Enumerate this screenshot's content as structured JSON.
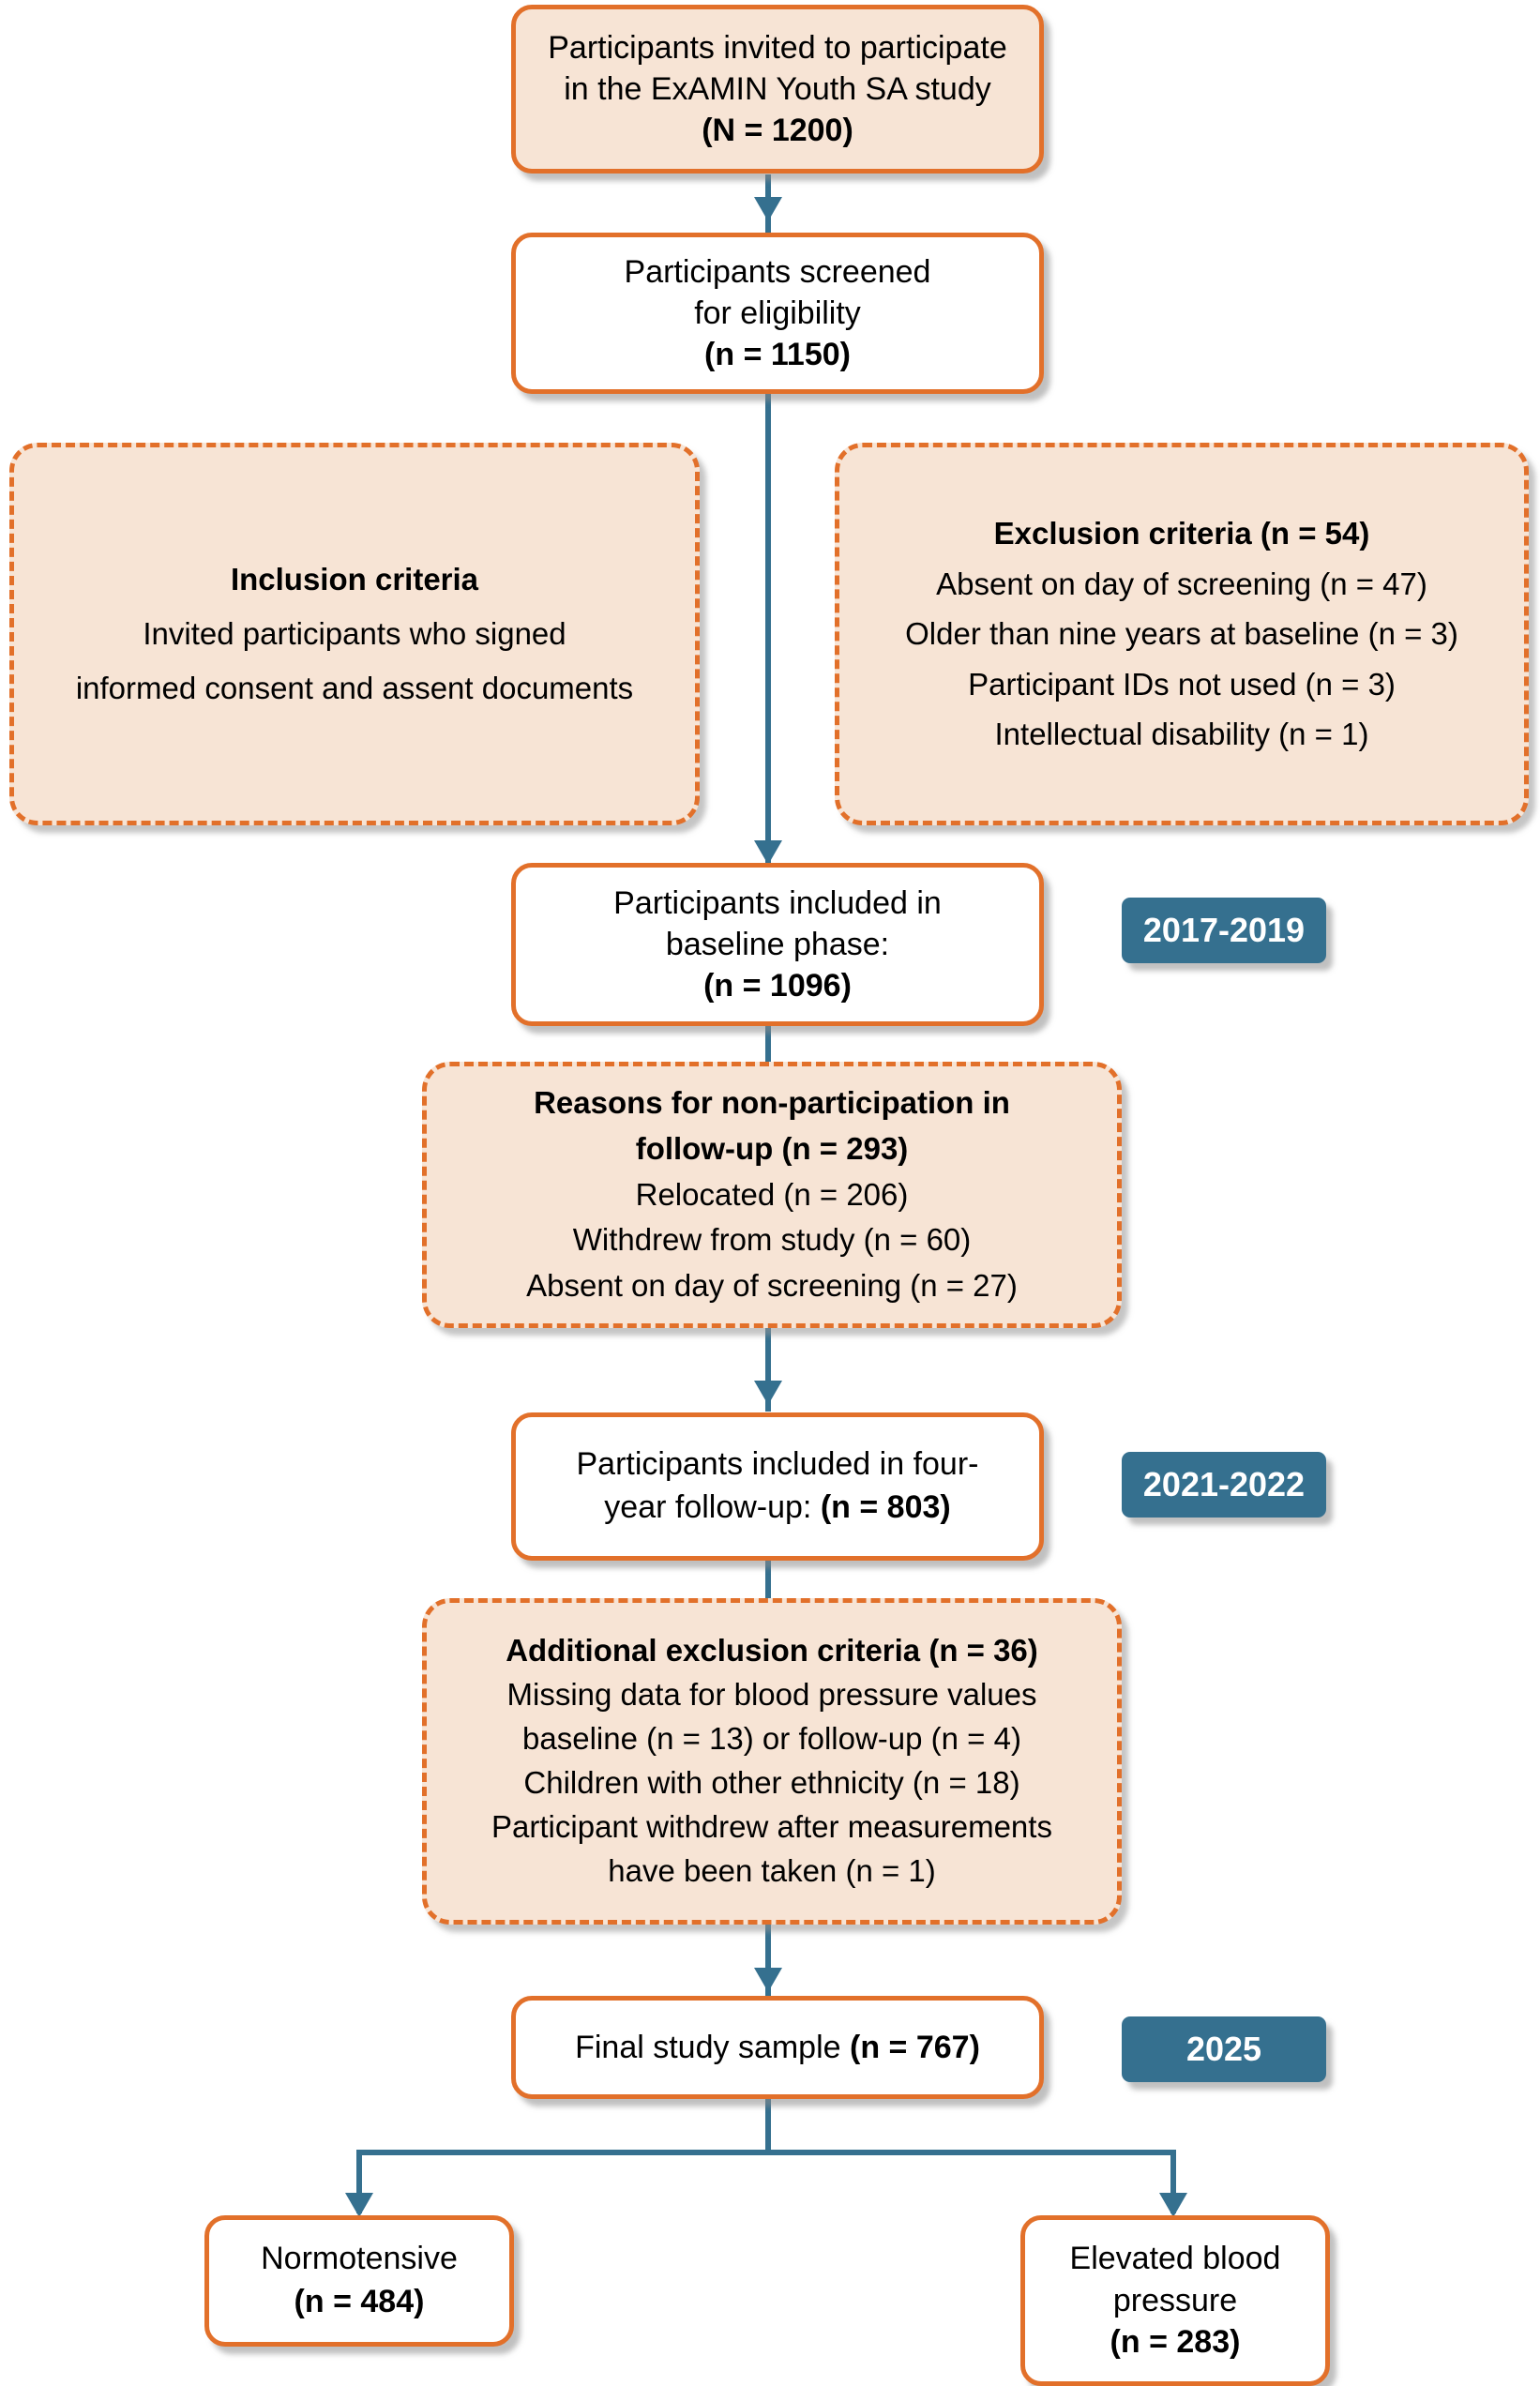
{
  "figure": {
    "type": "flowchart",
    "title": "ExAMIN Youth SA study participant flow diagram",
    "accent_color": "#E2702A",
    "fill_color": "#F7E4D5",
    "connector_color": "#35708F",
    "badge_color": "#35708F"
  },
  "nodes": {
    "invited": {
      "line1": "Participants invited to participate",
      "line2": "in the ExAMIN Youth SA study",
      "line3": "(N = 1200)",
      "count": 1200
    },
    "screened": {
      "line1": "Participants screened",
      "line2": "for eligibility",
      "line3": "(n = 1150)",
      "count": 1150
    },
    "inclusion": {
      "heading": "Inclusion criteria",
      "line1": "Invited participants who signed",
      "line2": "informed consent and assent documents"
    },
    "exclusion": {
      "heading": "Exclusion criteria (n = 54)",
      "count": 54,
      "items": [
        "Absent on day of screening (n = 47)",
        "Older than nine years at baseline (n = 3)",
        "Participant IDs not used (n = 3)",
        "Intellectual disability (n = 1)"
      ]
    },
    "baseline": {
      "line1": "Participants included in",
      "line2": "baseline phase:",
      "line3": "(n = 1096)",
      "count": 1096
    },
    "nonparticipation": {
      "heading1": "Reasons for non-participation in",
      "heading2": "follow-up (n = 293)",
      "count": 293,
      "items": [
        "Relocated (n = 206)",
        "Withdrew from study (n = 60)",
        "Absent on day of screening (n = 27)"
      ]
    },
    "followup": {
      "line1": "Participants included in four-",
      "line2_reg": "year follow-up: ",
      "line2_bold": "(n = 803)",
      "count": 803
    },
    "additional_exclusion": {
      "heading": "Additional exclusion criteria (n = 36)",
      "count": 36,
      "items": [
        "Missing data for blood pressure values",
        "baseline (n = 13) or follow-up (n = 4)",
        "Children with other ethnicity (n = 18)",
        "Participant withdrew after measurements",
        "have been taken (n = 1)"
      ]
    },
    "final_sample": {
      "line1_reg": "Final study sample ",
      "line1_bold": "(n = 767)",
      "count": 767
    },
    "normotensive": {
      "line1": "Normotensive",
      "line2": "(n = 484)",
      "count": 484
    },
    "elevated_bp": {
      "line1": "Elevated blood",
      "line2": "pressure",
      "line3": "(n = 283)",
      "count": 283
    }
  },
  "badges": {
    "baseline_period": "2017-2019",
    "followup_period": "2021-2022",
    "final_period": "2025"
  }
}
